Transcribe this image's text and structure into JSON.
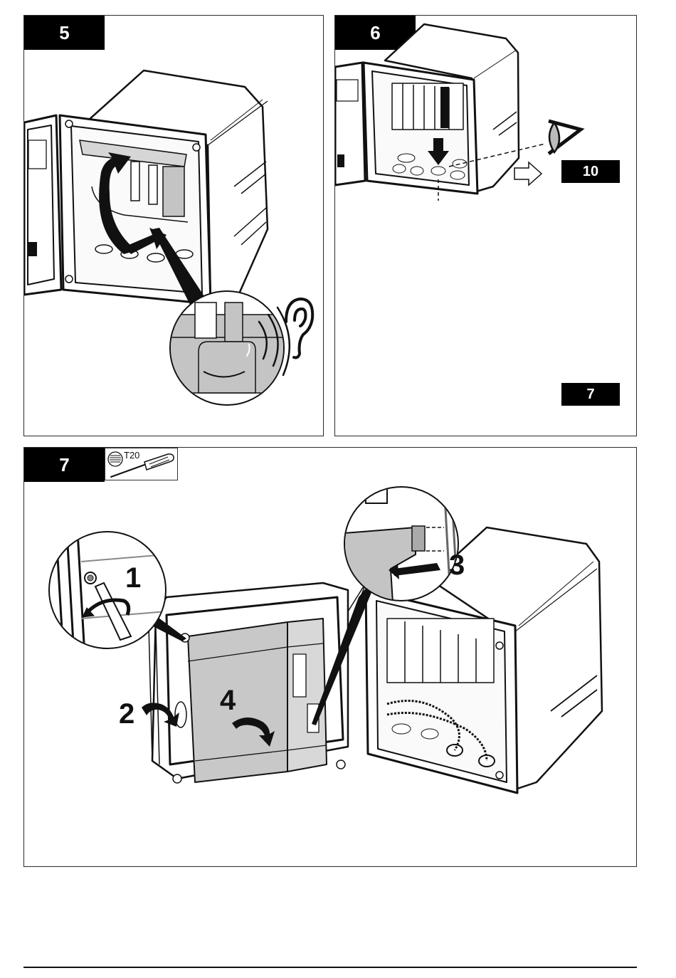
{
  "document": {
    "type": "installation-instructions",
    "colors": {
      "ink": "#111111",
      "badge_bg": "#000000",
      "badge_text": "#ffffff",
      "highlight_gray": "#c4c4c4",
      "divider_gray": "#8a8a8a"
    }
  },
  "steps": [
    {
      "number": "5",
      "illustration": "close-inner-cover-until-click",
      "icons": [
        "curved-arrow-icon",
        "magnifier-callout-icon",
        "ear-icon",
        "sound-waves-icon"
      ]
    },
    {
      "number": "6",
      "illustration": "remove-plug-and-inspect",
      "branches": [
        {
          "condition": "no-fitting-installed",
          "goto": "10"
        },
        {
          "condition": "fittings-installed",
          "goto": "7"
        }
      ],
      "icons": [
        "eye-icon",
        "arrow-right-icon",
        "double-arrow-icon",
        "down-arrow-icon",
        "plug-icon"
      ]
    },
    {
      "number": "7",
      "tool": {
        "label": "T20",
        "icon": "torx-screwdriver-icon"
      },
      "callouts": [
        "1",
        "2",
        "3",
        "4"
      ],
      "illustration": "remove-inner-cover"
    }
  ]
}
